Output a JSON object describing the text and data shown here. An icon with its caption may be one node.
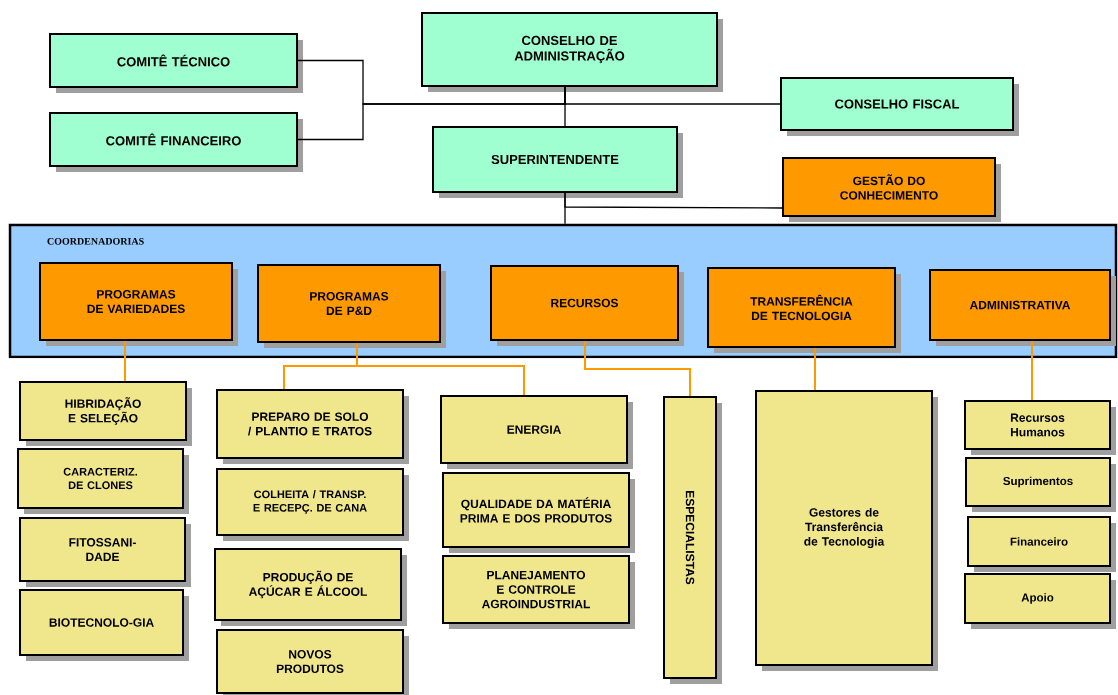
{
  "diagram": {
    "nodes": [
      {
        "text": [
          "CONSELHO DE ADMINISTRAÇÃO"
        ]
      },
      {
        "text": [
          "COMITÊ TÉCNICO"
        ]
      },
      {
        "text": [
          "COMITÊ FINANCEIRO"
        ]
      },
      {
        "text": [
          "CONSELHO FISCAL"
        ]
      },
      {
        "text": [
          "SUPERINTENDENTE"
        ]
      },
      {
        "text": [
          "GESTÃO DO CONHECIMENTO"
        ]
      },
      {
        "text": [
          "COORDENADORIAS"
        ]
      },
      {
        "text": [
          "PROGRAMAS DE VARIEDADES"
        ],
        "in": 6
      },
      {
        "text": [
          "PROGRAMAS DE P&D"
        ],
        "in": 6
      },
      {
        "text": [
          "RECURSOS"
        ],
        "in": 6
      },
      {
        "text": [
          "TRANSFERÊNCIA DE TECNOLOGIA"
        ],
        "in": 6
      },
      {
        "text": [
          "ADMINISTRATIVA"
        ],
        "in": 6
      },
      {
        "text": [
          "HIBRIDAÇÃO E SELEÇÃO"
        ]
      },
      {
        "text": [
          "CARACTERIZ. DE CLONES"
        ]
      },
      {
        "text": [
          "FITOSSANI-DADE"
        ]
      },
      {
        "text": [
          "BIOTECNOLO-GIA"
        ]
      },
      {
        "text": [
          "PREPARO DE SOLO / PLANTIO E TRATOS"
        ]
      },
      {
        "text": [
          "COLHEITA / TRANSP. E RECEPÇ. DE CANA"
        ]
      },
      {
        "text": [
          "PRODUÇÃO DE AÇÚCAR E ÁLCOOL"
        ]
      },
      {
        "text": [
          "NOVOS PRODUTOS"
        ]
      },
      {
        "text": [
          "ENERGIA"
        ]
      },
      {
        "text": [
          "QUALIDADE DA MATÉRIA PRIMA E DOS PRODUTOS"
        ]
      },
      {
        "text": [
          "PLANEJAMENTO E CONTROLE AGROINDUSTRIAL"
        ]
      },
      {
        "text": [
          "ESPECIALISTAS"
        ]
      },
      {
        "text": [
          "Gestores de Transferência de Tecnologia"
        ]
      },
      {
        "text": [
          "Recursos Humanos"
        ]
      },
      {
        "text": [
          "Suprimentos"
        ]
      },
      {
        "text": [
          "Financeiro"
        ]
      },
      {
        "text": [
          "Apoio"
        ]
      }
    ],
    "edges": [
      {
        "from": 0,
        "to": 4,
        "arrow": "none"
      },
      {
        "from": 0,
        "to": 1,
        "arrow": "none"
      },
      {
        "from": 0,
        "to": 2,
        "arrow": "none"
      },
      {
        "from": 0,
        "to": 3,
        "arrow": "none"
      },
      {
        "from": 4,
        "to": 5,
        "arrow": "none"
      },
      {
        "from": 4,
        "to": 6,
        "arrow": "none"
      },
      {
        "from": 7,
        "to": 12,
        "arrow": "none",
        "color": "#ff9900"
      },
      {
        "from": 8,
        "to": 16,
        "arrow": "none",
        "color": "#ff9900"
      },
      {
        "from": 8,
        "to": 20,
        "arrow": "none",
        "color": "#ff9900"
      },
      {
        "from": 9,
        "to": 23,
        "arrow": "none",
        "color": "#ff9900"
      },
      {
        "from": 10,
        "to": 24,
        "arrow": "none",
        "color": "#ff9900"
      },
      {
        "from": 11,
        "to": 25,
        "arrow": "none",
        "color": "#ff9900"
      }
    ]
  }
}
